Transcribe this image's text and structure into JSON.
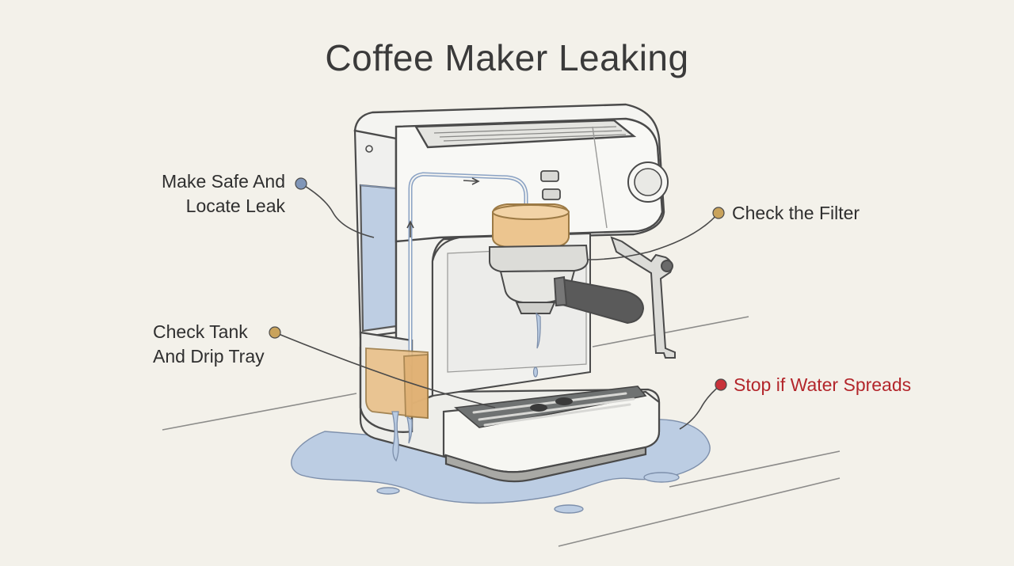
{
  "title": "Coffee Maker Leaking",
  "callouts": {
    "safe": {
      "line1": "Make Safe And",
      "line2": "Locate Leak",
      "dot_color": "#8096b8"
    },
    "filter": {
      "label": "Check the Filter",
      "dot_color": "#c9a35c"
    },
    "tank": {
      "line1": "Check Tank",
      "line2": "And Drip Tray",
      "dot_color": "#c9a35c"
    },
    "spread": {
      "label": "Stop if Water Spreads",
      "dot_color": "#c8323a",
      "text_color": "#b3262b"
    }
  },
  "colors": {
    "background": "#f3f1ea",
    "water": "#b6c7de",
    "amber": "#e9c089",
    "outline": "#4a4a4a"
  },
  "icons": [
    "power-icon",
    "control-button-icon",
    "steam-knob-icon"
  ]
}
